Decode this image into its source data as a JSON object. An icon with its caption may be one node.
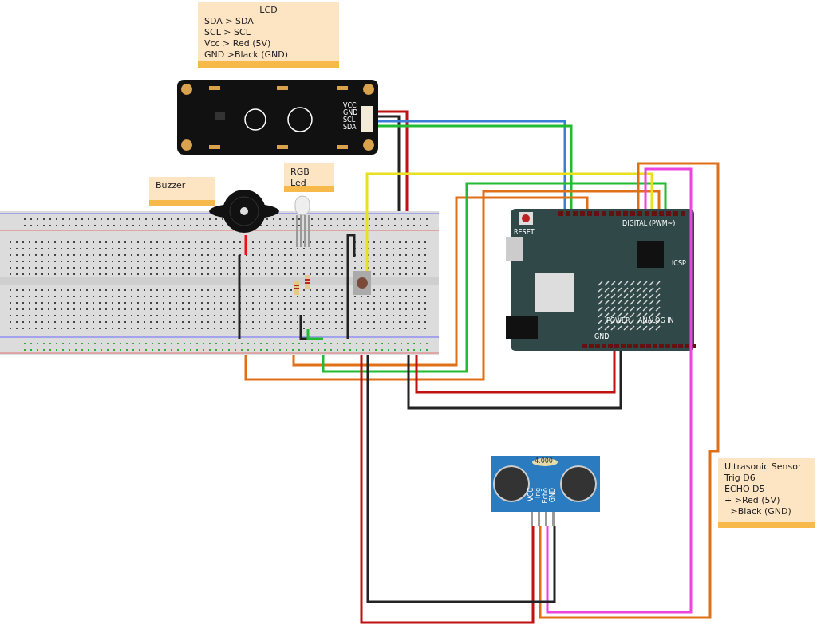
{
  "diagram": {
    "nodes": [
      {
        "text": [
          "LCD",
          "SDA > SDA",
          "SCL > SCL",
          "Vcc > Red (5V)",
          "GND >Black (GND)"
        ]
      },
      {
        "text": [
          "Buzzer"
        ]
      },
      {
        "text": [
          "RGB Led"
        ]
      },
      {
        "text": [
          "Ultrasonic Sensor",
          "Trig D6",
          "ECHO D5",
          "+ >Red (5V)",
          "- >Black (GND)"
        ]
      },
      {
        "text": [],
        "shape": "picture"
      },
      {
        "text": [],
        "shape": "picture"
      },
      {
        "text": [],
        "shape": "picture"
      },
      {
        "text": [],
        "shape": "picture"
      },
      {
        "text": [],
        "shape": "picture",
        "in": 5
      },
      {
        "text": [],
        "shape": "picture"
      },
      {
        "text": [],
        "shape": "picture"
      }
    ],
    "edges": [
      {
        "from": 4,
        "to": 5,
        "arrow": "none",
        "color": "#c01010"
      },
      {
        "from": 4,
        "to": 5,
        "arrow": "none",
        "color": "#222222"
      },
      {
        "from": 4,
        "to": 9,
        "arrow": "none",
        "color": "#3a7fd5"
      },
      {
        "from": 4,
        "to": 9,
        "arrow": "none",
        "color": "#22bb33"
      },
      {
        "from": 9,
        "to": 5,
        "arrow": "none",
        "color": "#e07018"
      },
      {
        "from": 9,
        "to": 5,
        "arrow": "none",
        "color": "#22bb33"
      },
      {
        "from": 9,
        "to": 5,
        "arrow": "none",
        "color": "#e07018"
      },
      {
        "from": 9,
        "to": 8,
        "arrow": "none",
        "color": "#e8e020"
      },
      {
        "from": 9,
        "to": 10,
        "arrow": "none",
        "color": "#e07018"
      },
      {
        "from": 9,
        "to": 10,
        "arrow": "none",
        "color": "#ee44dd"
      },
      {
        "from": 9,
        "to": 5,
        "arrow": "none",
        "color": "#c01010"
      },
      {
        "from": 9,
        "to": 5,
        "arrow": "none",
        "color": "#222222"
      },
      {
        "from": 10,
        "to": 5,
        "arrow": "none",
        "color": "#c01010"
      },
      {
        "from": 10,
        "to": 5,
        "arrow": "none",
        "color": "#222222"
      }
    ],
    "labels": [
      "VCC",
      "GND",
      "SCL",
      "SDA",
      "RESET",
      "DIGITAL (PWM~)",
      "ICSP",
      "POWER",
      "ANALOG IN",
      "GND",
      "4.000",
      "VCC",
      "Trig",
      "Echo",
      "GND"
    ]
  }
}
